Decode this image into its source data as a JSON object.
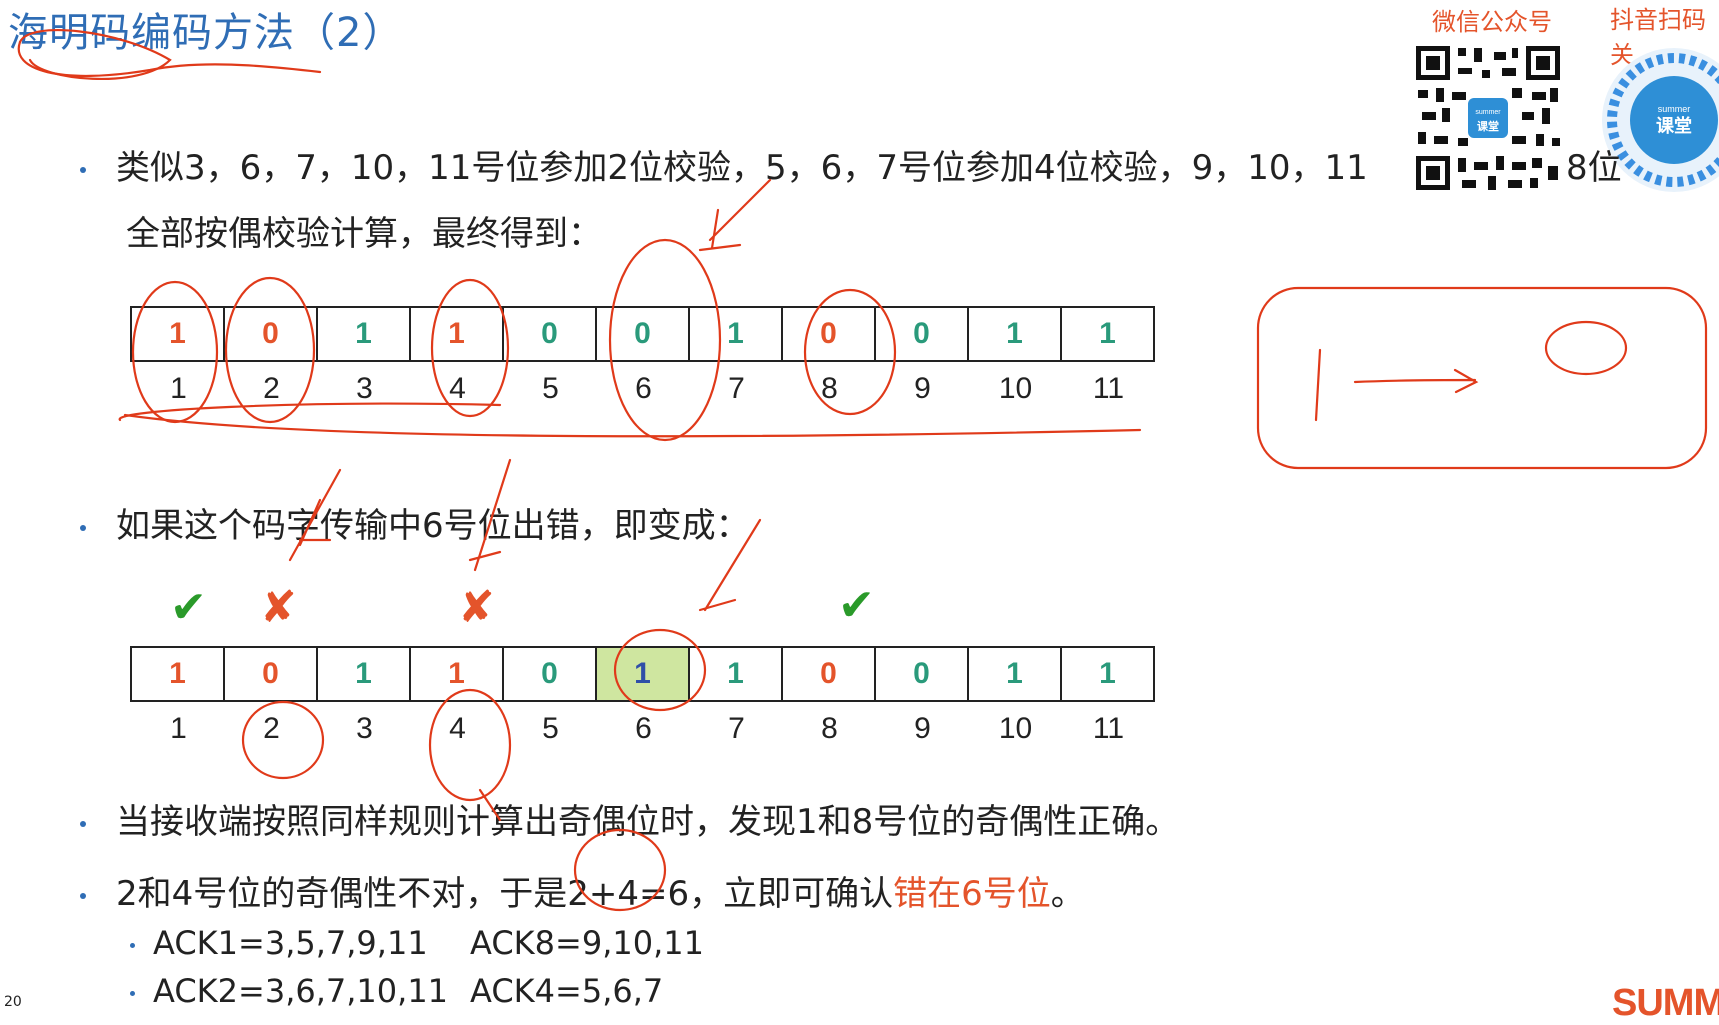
{
  "title": "海明码编码方法（2）",
  "qr": {
    "wechat_label": "微信公众号",
    "douyin_label": "抖音扫码关",
    "logo_top": "summer",
    "logo_main": "课堂"
  },
  "bullets": {
    "b1_line1": "类似3，6，7，10，11号位参加2位校验，5，6，7号位参加4位校验，9，10，11",
    "b1_tail": "8位",
    "b1_line2": "全部按偶校验计算，最终得到：",
    "b2": "如果这个码字传输中6号位出错，即变成：",
    "b3": "当接收端按照同样规则计算出奇偶位时，发现1和8号位的奇偶性正确。",
    "b4_pre": "2和4号位的奇偶性不对，于是2+4=6，立即可确认",
    "b4_hl": "错在6号位",
    "b4_post": "。"
  },
  "code1": {
    "bits": [
      "1",
      "0",
      "1",
      "1",
      "0",
      "0",
      "1",
      "0",
      "0",
      "1",
      "1"
    ],
    "colors": [
      "red",
      "red",
      "green",
      "red",
      "green",
      "green",
      "green",
      "red",
      "green",
      "green",
      "green"
    ],
    "positions": [
      "1",
      "2",
      "3",
      "4",
      "5",
      "6",
      "7",
      "8",
      "9",
      "10",
      "11"
    ]
  },
  "code2": {
    "bits": [
      "1",
      "0",
      "1",
      "1",
      "0",
      "1",
      "1",
      "0",
      "0",
      "1",
      "1"
    ],
    "colors": [
      "red",
      "red",
      "green",
      "red",
      "green",
      "blue",
      "green",
      "red",
      "green",
      "green",
      "green"
    ],
    "highlight": 6,
    "positions": [
      "1",
      "2",
      "3",
      "4",
      "5",
      "6",
      "7",
      "8",
      "9",
      "10",
      "11"
    ],
    "checks": {
      "pos1": "✔",
      "pos2": "✘",
      "pos4": "✘",
      "pos8": "✔"
    }
  },
  "ack": {
    "ack1": "ACK1=3,5,7,9,11",
    "ack8": "ACK8=9,10,11",
    "ack2": "ACK2=3,6,7,10,11",
    "ack4": "ACK4=5,6,7"
  },
  "page_number": "20",
  "brand": "SUMME"
}
